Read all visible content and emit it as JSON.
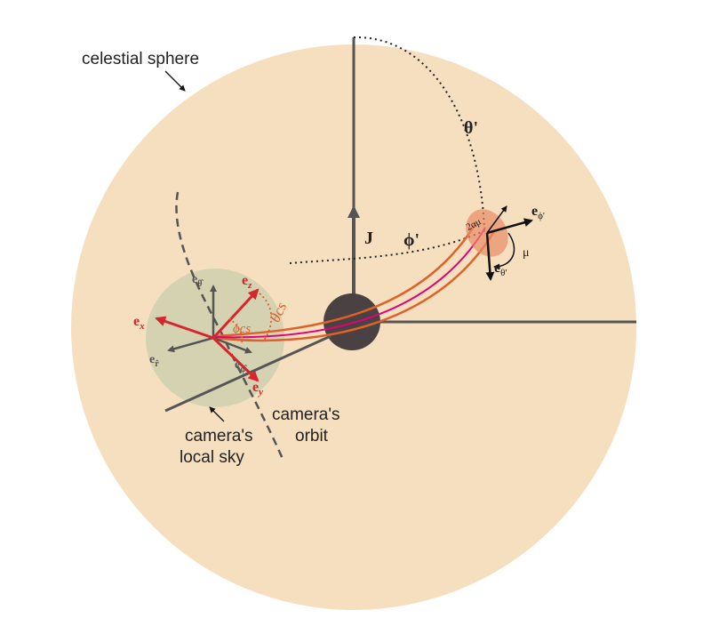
{
  "labels": {
    "celestial_sphere": "celestial sphere",
    "spin_axis": "J",
    "theta_prime": "θ'",
    "phi_prime": "ϕ'",
    "e_theta_hat": "e",
    "e_theta_hat_sub": "θ̂",
    "e_r_hat": "e",
    "e_r_hat_sub": "r̂",
    "e_phi_hat": "e",
    "e_phi_hat_sub": "ϕ̂",
    "e_x": "e",
    "e_x_sub": "x",
    "e_y": "e",
    "e_y_sub": "y",
    "e_z": "e",
    "e_z_sub": "z",
    "theta_cs": "θcs",
    "phi_cs": "ϕcs",
    "e_phi_prime": "e",
    "e_phi_prime_sub": "ϕ'",
    "e_theta_prime": "e",
    "e_theta_prime_sub": "θ'",
    "mu": "μ",
    "two_alpha_label": "2αμ",
    "camera_orbit_line1": "camera's",
    "camera_orbit_line2": "orbit",
    "camera_sky_line1": "camera's",
    "camera_sky_line2": "local sky"
  },
  "colors": {
    "sphere_fill": "#f5dfbe",
    "local_sky_fill": "#d5d2b2",
    "axis_gray": "#555555",
    "black_hole": "#4a4242",
    "ray_outer": "#e0602a",
    "ray_center": "#e0007a",
    "arrow_red": "#d8242c",
    "spot_fill": "#ea8a66"
  }
}
